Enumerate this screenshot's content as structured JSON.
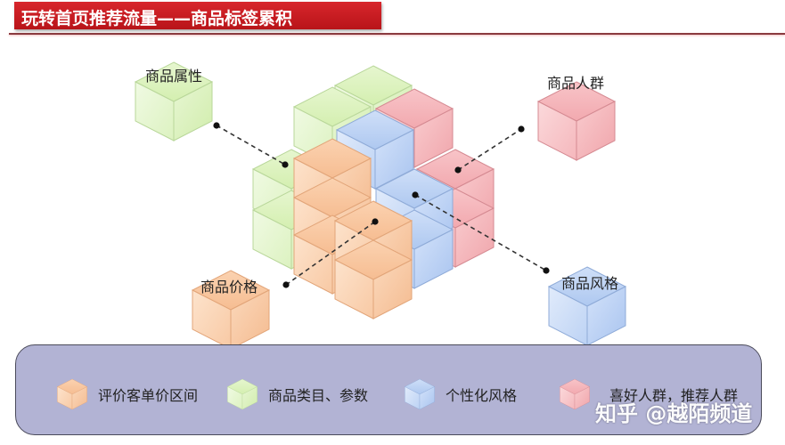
{
  "header": {
    "title": "玩转首页推荐流量——商品标签累积",
    "accent_color": "#c81e24"
  },
  "diagram": {
    "callouts": [
      {
        "id": "attribute",
        "label": "商品属性",
        "color": "green"
      },
      {
        "id": "crowd",
        "label": "商品人群",
        "color": "red"
      },
      {
        "id": "price",
        "label": "商品价格",
        "color": "orange"
      },
      {
        "id": "style",
        "label": "商品风格",
        "color": "blue"
      }
    ],
    "colors": {
      "orange": "#f9c9a2",
      "green": "#dff3c2",
      "blue": "#c3d6f5",
      "red": "#f6b8bd"
    }
  },
  "legend": {
    "items": [
      {
        "label": "评价客单价区间",
        "color": "orange"
      },
      {
        "label": "商品类目、参数",
        "color": "green"
      },
      {
        "label": "个性化风格",
        "color": "blue"
      },
      {
        "label": "喜好人群，推荐人群",
        "color": "red"
      }
    ],
    "background": "#b2b3d4"
  },
  "watermark": {
    "text": "知乎 @越陌频道"
  }
}
